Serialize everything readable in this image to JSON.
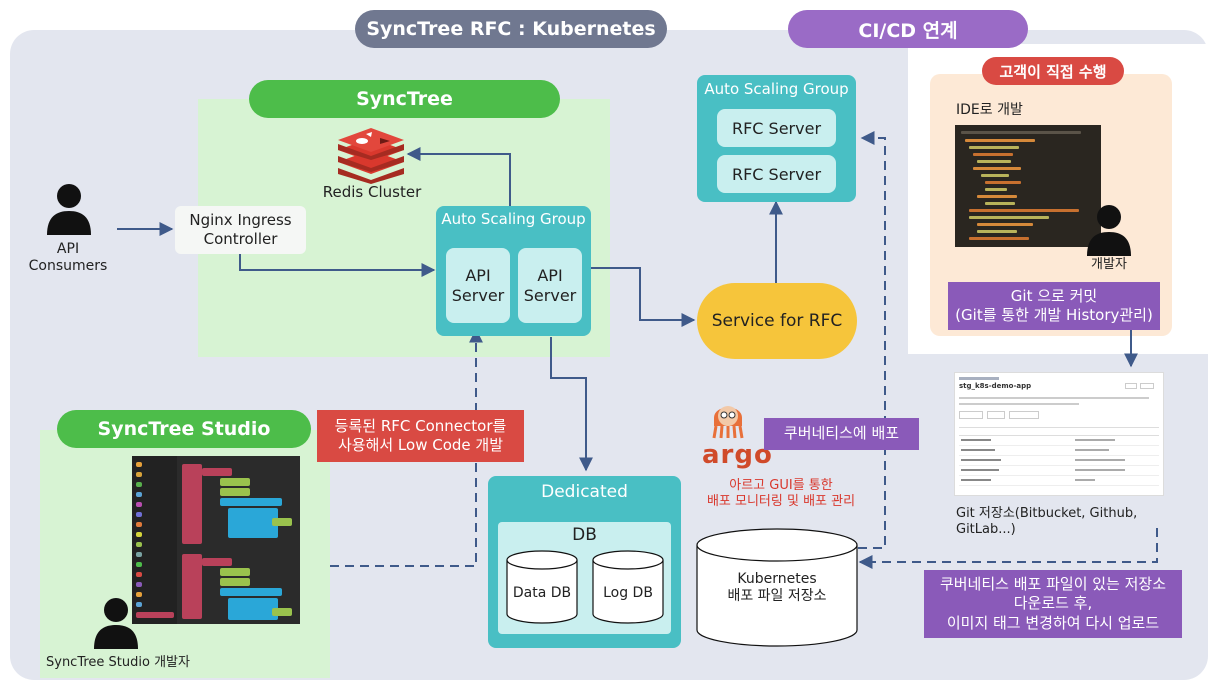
{
  "header": {
    "main_title": "SyncTree RFC : Kubernetes",
    "cicd_title": "CI/CD 연계"
  },
  "synctree": {
    "title": "SyncTree",
    "redis_label": "Redis Cluster",
    "nginx_label": "Nginx Ingress\nController",
    "asg_label": "Auto Scaling Group",
    "api_server_1": "API\nServer",
    "api_server_2": "API\nServer"
  },
  "consumers": {
    "label": "API\nConsumers"
  },
  "rfc": {
    "asg_label": "Auto Scaling Group",
    "server_1": "RFC Server",
    "server_2": "RFC Server",
    "service_label": "Service for RFC"
  },
  "studio": {
    "title": "SyncTree Studio",
    "developer_label": "SyncTree Studio 개발자",
    "connector_note": "등록된 RFC Connector를\n사용해서 Low Code 개발"
  },
  "dedicated": {
    "title": "Dedicated",
    "db_title": "DB",
    "data_db": "Data DB",
    "log_db": "Log DB"
  },
  "argo": {
    "logo_text": "argo",
    "note": "아르고 GUI를 통한\n배포 모니터링 및 배포 관리",
    "deploy_tag": "쿠버네티스에 배포"
  },
  "kubernetes_store": {
    "label": "Kubernetes\n배포 파일 저장소"
  },
  "customer": {
    "title": "고객이 직접 수행",
    "ide_label": "IDE로 개발",
    "developer_label": "개발자",
    "commit_note": "Git 으로 커밋\n(Git를 통한 개발 History관리)"
  },
  "git": {
    "repo_name": "stg_k8s-demo-app",
    "storage_label": "Git 저장소(Bitbucket, Github, GitLab...)",
    "update_note": "쿠버네티스 배포 파일이 있는 저장소\n다운로드 후,\n이미지 태그 변경하여 다시 업로드"
  },
  "colors": {
    "panel_bg": "#e3e6ef",
    "green_title": "#4dbd4a",
    "green_area": "#d7f3d3",
    "teal": "#49bfc4",
    "teal_light": "#c9efef",
    "yellow": "#f6c53b",
    "red_tag": "#d94a43",
    "purple_tag": "#8a5ab9",
    "header_gray": "#707890",
    "peach": "#fde9d6"
  }
}
